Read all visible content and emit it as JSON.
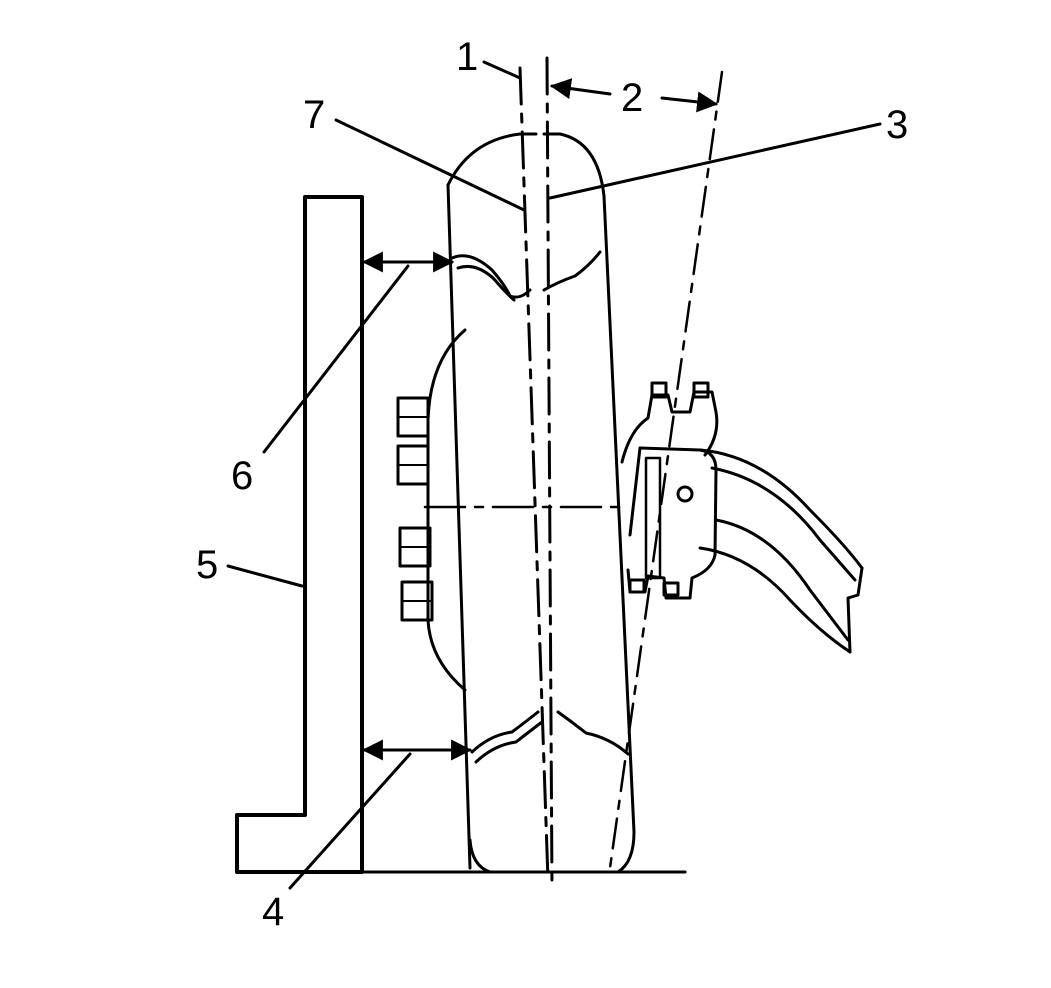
{
  "callouts": [
    {
      "id": "c1",
      "label": "1"
    },
    {
      "id": "c2",
      "label": "2"
    },
    {
      "id": "c3",
      "label": "3"
    },
    {
      "id": "c4",
      "label": "4"
    },
    {
      "id": "c5",
      "label": "5"
    },
    {
      "id": "c6",
      "label": "6"
    },
    {
      "id": "c7",
      "label": "7"
    }
  ],
  "colors": {
    "ink": "#000000",
    "background": "#ffffff"
  }
}
